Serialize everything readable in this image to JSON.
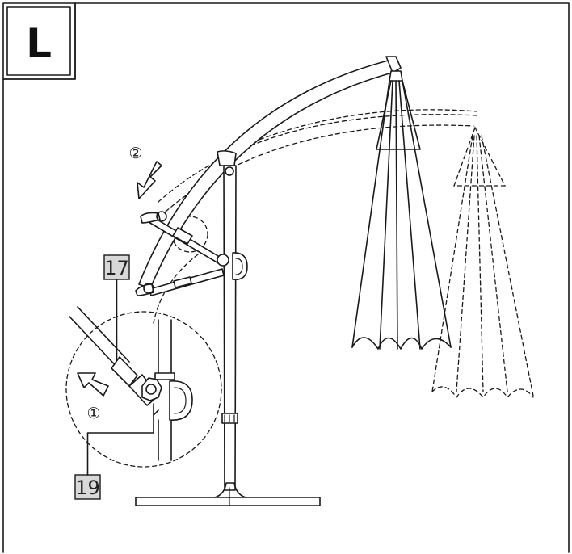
{
  "badge": {
    "letter": "L"
  },
  "parts": [
    {
      "number": "17"
    },
    {
      "number": "19"
    }
  ],
  "steps": [
    {
      "marker": "①"
    },
    {
      "marker": "②"
    }
  ],
  "colors": {
    "line": "#1a1a1a",
    "part_label_bg": "#d8d8d8",
    "background": "#ffffff"
  }
}
